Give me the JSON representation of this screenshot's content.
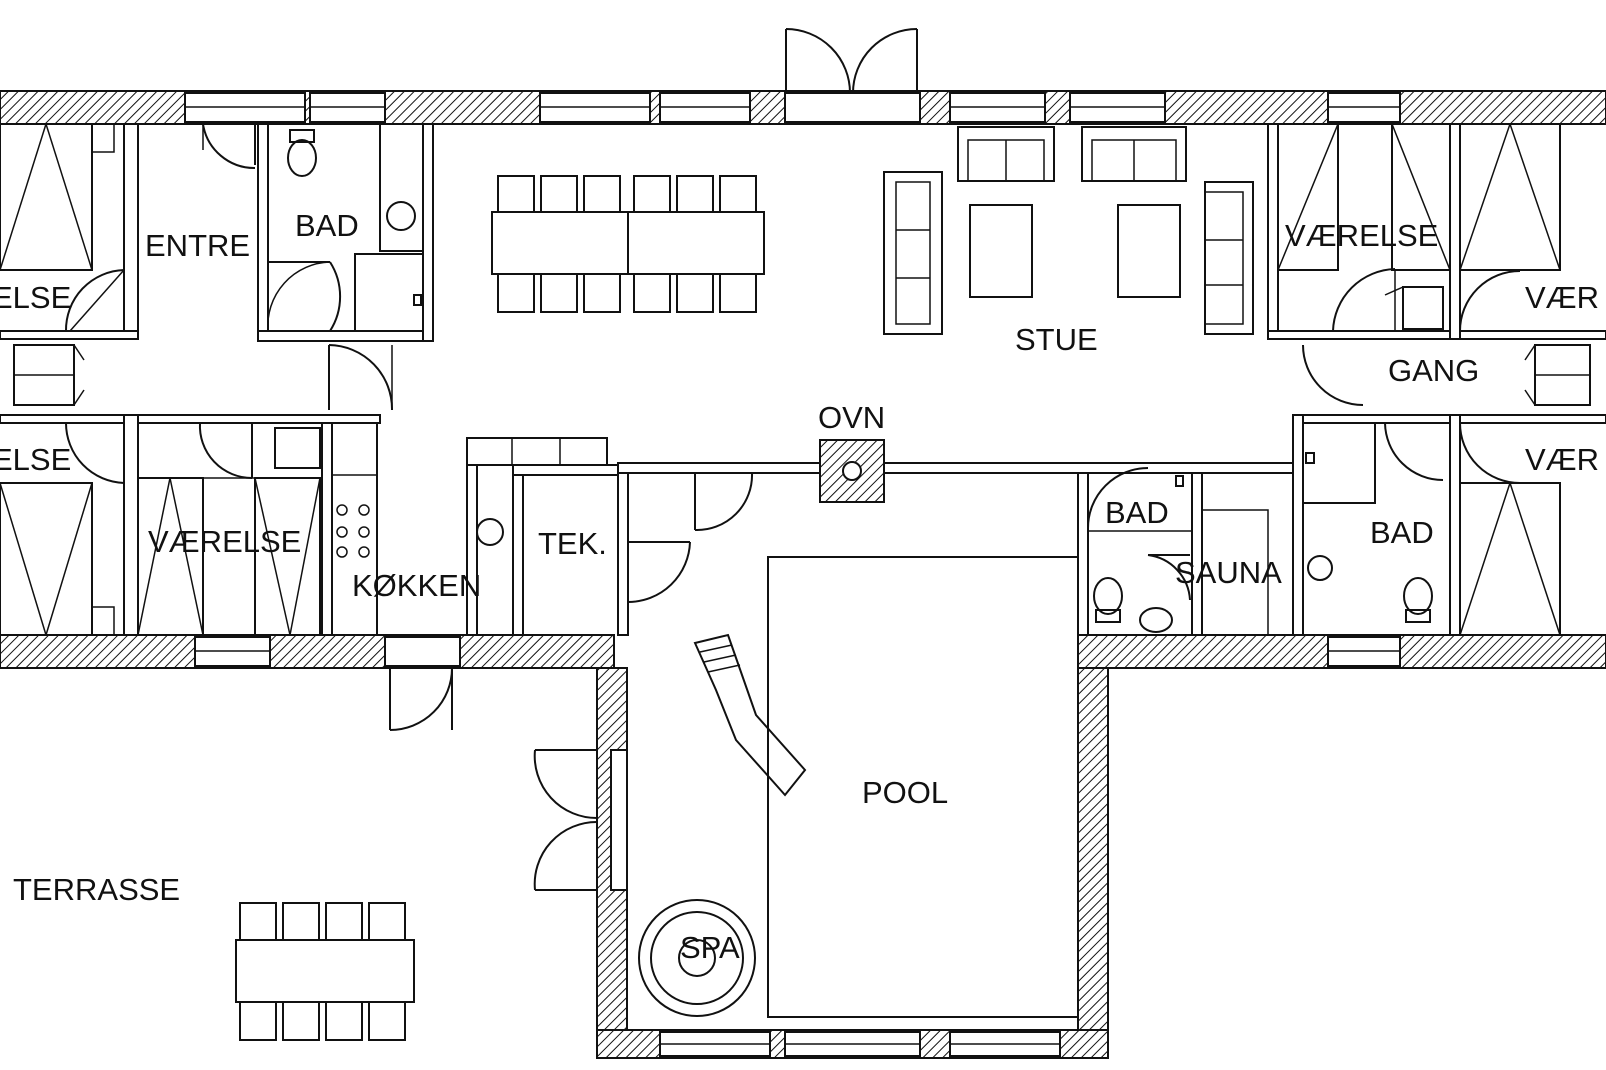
{
  "rooms": {
    "entre": "ENTRE",
    "bad_north": "BAD",
    "stue": "STUE",
    "vaerelse_ne": "VÆRELSE",
    "vaerelse_far_ne": "VÆR",
    "vaerelse_nw": "ELSE",
    "vaerelse_sw": "ELSE",
    "vaerelse_s": "VÆRELSE",
    "gang": "GANG",
    "vaerelse_far_se": "VÆR",
    "ovn": "OVN",
    "tek": "TEK.",
    "kokken": "KØKKEN",
    "bad_center": "BAD",
    "sauna": "SAUNA",
    "bad_east": "BAD",
    "pool": "POOL",
    "spa": "SPA",
    "terrasse": "TERRASSE"
  },
  "colors": {
    "line": "#111111",
    "background": "#ffffff"
  }
}
